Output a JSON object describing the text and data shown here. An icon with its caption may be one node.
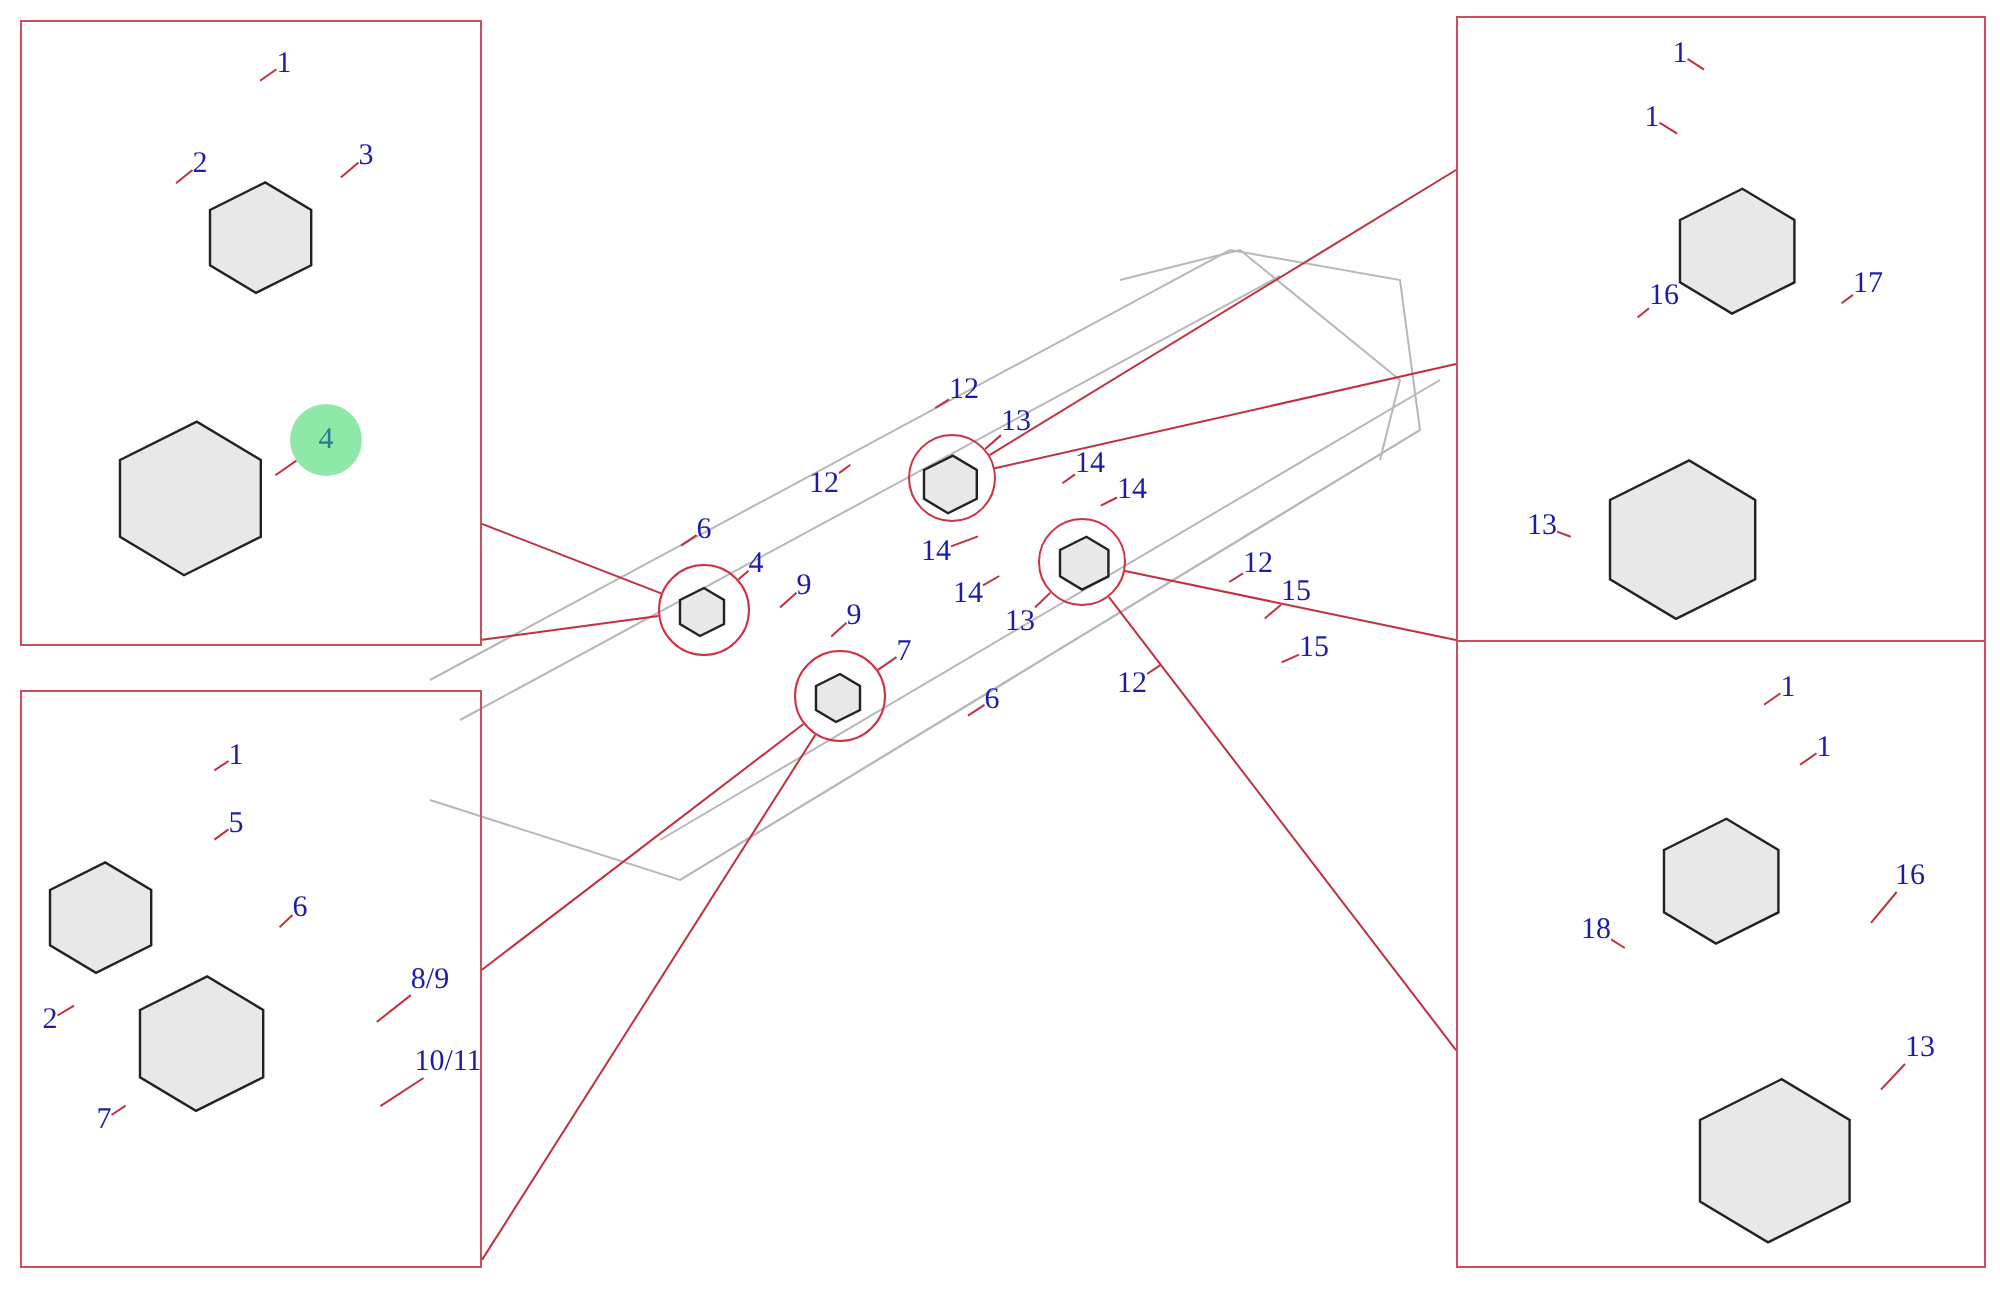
{
  "diagram": {
    "nodes": [
      {
        "text": [],
        "shape": "box"
      },
      {
        "text": [],
        "shape": "box"
      },
      {
        "text": [],
        "shape": "box"
      },
      {
        "text": [],
        "shape": "box"
      },
      {
        "text": [],
        "shape": "circle"
      },
      {
        "text": [],
        "shape": "circle"
      },
      {
        "text": [],
        "shape": "circle"
      },
      {
        "text": [],
        "shape": "circle"
      },
      {
        "text": [
          "1"
        ],
        "in": 0
      },
      {
        "text": [
          "2"
        ],
        "in": 0
      },
      {
        "text": [
          "3"
        ],
        "in": 0
      },
      {
        "text": [
          "4"
        ],
        "in": 0
      },
      {
        "text": [
          "1"
        ],
        "in": 1
      },
      {
        "text": [
          "5"
        ],
        "in": 1
      },
      {
        "text": [
          "6"
        ],
        "in": 1
      },
      {
        "text": [
          "8/9"
        ],
        "in": 1
      },
      {
        "text": [
          "2"
        ],
        "in": 1
      },
      {
        "text": [
          "10/11"
        ],
        "in": 1
      },
      {
        "text": [
          "7"
        ],
        "in": 1
      },
      {
        "text": [
          "1"
        ],
        "in": 2
      },
      {
        "text": [
          "1"
        ],
        "in": 2
      },
      {
        "text": [
          "17"
        ],
        "in": 2
      },
      {
        "text": [
          "16"
        ],
        "in": 2
      },
      {
        "text": [
          "13"
        ],
        "in": 2
      },
      {
        "text": [
          "1"
        ],
        "in": 3
      },
      {
        "text": [
          "1"
        ],
        "in": 3
      },
      {
        "text": [
          "16"
        ],
        "in": 3
      },
      {
        "text": [
          "18"
        ],
        "in": 3
      },
      {
        "text": [
          "13"
        ],
        "in": 3
      },
      {
        "text": [
          "12"
        ]
      },
      {
        "text": [
          "12"
        ]
      },
      {
        "text": [
          "13"
        ]
      },
      {
        "text": [
          "6"
        ]
      },
      {
        "text": [
          "14"
        ]
      },
      {
        "text": [
          "14"
        ]
      },
      {
        "text": [
          "4"
        ]
      },
      {
        "text": [
          "9"
        ]
      },
      {
        "text": [
          "14"
        ]
      },
      {
        "text": [
          "14"
        ]
      },
      {
        "text": [
          "12"
        ]
      },
      {
        "text": [
          "15"
        ]
      },
      {
        "text": [
          "13"
        ]
      },
      {
        "text": [
          "9"
        ]
      },
      {
        "text": [
          "7"
        ]
      },
      {
        "text": [
          "15"
        ]
      },
      {
        "text": [
          "12"
        ]
      },
      {
        "text": [
          "6"
        ]
      }
    ],
    "edges": [
      {
        "from": 0,
        "to": 4,
        "arrow": "none"
      },
      {
        "from": 0,
        "to": 4,
        "arrow": "none"
      },
      {
        "from": 1,
        "to": 5,
        "arrow": "none"
      },
      {
        "from": 1,
        "to": 5,
        "arrow": "none"
      },
      {
        "from": 2,
        "to": 6,
        "arrow": "none"
      },
      {
        "from": 2,
        "to": 6,
        "arrow": "none"
      },
      {
        "from": 3,
        "to": 7,
        "arrow": "none"
      },
      {
        "from": 3,
        "to": 7,
        "arrow": "none"
      },
      {
        "from": 8,
        "to": null,
        "arrow": "none"
      },
      {
        "from": 9,
        "to": null,
        "arrow": "none"
      },
      {
        "from": 10,
        "to": null,
        "arrow": "none"
      },
      {
        "from": 11,
        "to": null,
        "arrow": "none"
      },
      {
        "from": 12,
        "to": null,
        "arrow": "none"
      },
      {
        "from": 13,
        "to": null,
        "arrow": "none"
      },
      {
        "from": 14,
        "to": null,
        "arrow": "none"
      },
      {
        "from": 15,
        "to": null,
        "arrow": "none"
      },
      {
        "from": 16,
        "to": null,
        "arrow": "none"
      },
      {
        "from": 17,
        "to": null,
        "arrow": "none"
      },
      {
        "from": 18,
        "to": null,
        "arrow": "none"
      },
      {
        "from": 19,
        "to": null,
        "arrow": "none"
      },
      {
        "from": 20,
        "to": null,
        "arrow": "none"
      },
      {
        "from": 21,
        "to": null,
        "arrow": "none"
      },
      {
        "from": 22,
        "to": null,
        "arrow": "none"
      },
      {
        "from": 23,
        "to": null,
        "arrow": "none"
      },
      {
        "from": 24,
        "to": null,
        "arrow": "none"
      },
      {
        "from": 25,
        "to": null,
        "arrow": "none"
      },
      {
        "from": 26,
        "to": null,
        "arrow": "none"
      },
      {
        "from": 27,
        "to": null,
        "arrow": "none"
      },
      {
        "from": 28,
        "to": null,
        "arrow": "none"
      },
      {
        "from": 29,
        "to": null,
        "arrow": "none"
      },
      {
        "from": 30,
        "to": null,
        "arrow": "none"
      },
      {
        "from": 31,
        "to": 6,
        "arrow": "none"
      },
      {
        "from": 32,
        "to": null,
        "arrow": "none"
      },
      {
        "from": 33,
        "to": null,
        "arrow": "none"
      },
      {
        "from": 34,
        "to": null,
        "arrow": "none"
      },
      {
        "from": 35,
        "to": 4,
        "arrow": "none"
      },
      {
        "from": 36,
        "to": null,
        "arrow": "none"
      },
      {
        "from": 37,
        "to": null,
        "arrow": "none"
      },
      {
        "from": 38,
        "to": null,
        "arrow": "none"
      },
      {
        "from": 39,
        "to": null,
        "arrow": "none"
      },
      {
        "from": 40,
        "to": null,
        "arrow": "none"
      },
      {
        "from": 41,
        "to": 7,
        "arrow": "none"
      },
      {
        "from": 42,
        "to": null,
        "arrow": "none"
      },
      {
        "from": 43,
        "to": 5,
        "arrow": "none"
      },
      {
        "from": 44,
        "to": null,
        "arrow": "none"
      },
      {
        "from": 45,
        "to": null,
        "arrow": "none"
      },
      {
        "from": 46,
        "to": null,
        "arrow": "none"
      }
    ]
  }
}
